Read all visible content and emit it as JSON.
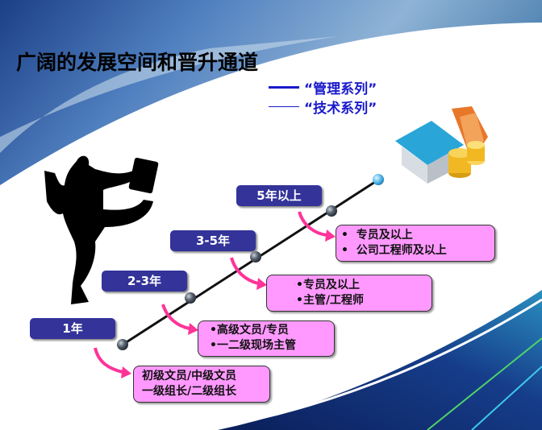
{
  "title": "广阔的发展空间和晋升通道",
  "legend": [
    {
      "label": "“管理系列”",
      "color": "#1a1acc"
    },
    {
      "label": "“技术系列”",
      "color": "#1a1acc"
    }
  ],
  "stages": [
    {
      "tag": "1年",
      "items": [
        "初级文员/中级文员",
        "一级组长/二级组长"
      ],
      "bullet_prefix": ""
    },
    {
      "tag": "2-3年",
      "items": [
        "•高级文员/专员",
        "•一二级现场主管"
      ]
    },
    {
      "tag": "3-5年",
      "items": [
        "•专员及以上",
        "•主管/工程师"
      ]
    },
    {
      "tag": "5年以上",
      "items": [
        "•  专员及以上",
        "•  公司工程师及以上"
      ]
    }
  ],
  "colors": {
    "tag": "#333399",
    "box": "#ff99ff",
    "arrow": "#ff3399"
  }
}
